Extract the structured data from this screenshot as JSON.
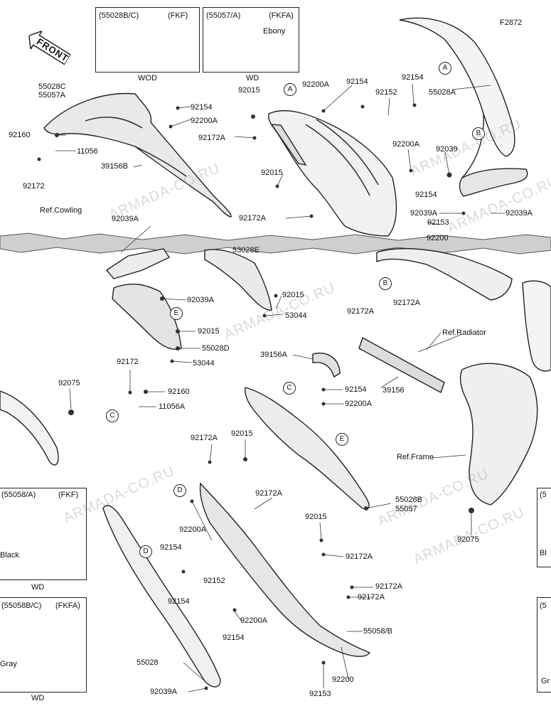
{
  "diagram_id": "F2872",
  "front_label": "FRONT",
  "variant_boxes": [
    {
      "code": "(55028B/C)",
      "model": "(FKF)",
      "caption": "WOD",
      "sub": ""
    },
    {
      "code": "(55057/A)",
      "model": "(FKFA)",
      "caption": "WD",
      "sub": "Ebony"
    },
    {
      "code": "(55058/A)",
      "model": "(FKF)",
      "caption": "WD",
      "sub": "Black"
    },
    {
      "code": "(55058B/C)",
      "model": "(FKFA)",
      "caption": "WD",
      "sub": "Gray"
    },
    {
      "code": "(5",
      "model": "",
      "caption": "",
      "sub": "Bl"
    },
    {
      "code": "(5",
      "model": "",
      "caption": "",
      "sub": "Gr"
    }
  ],
  "callouts": [
    "A",
    "B",
    "C",
    "D",
    "E"
  ],
  "refs": [
    "Ref.Cowling",
    "Ref.Radiator",
    "Ref.Frame"
  ],
  "watermark": "ARMADA-CO.RU",
  "part_labels": [
    "55028C",
    "55057A",
    "92160",
    "11056",
    "39156B",
    "92172",
    "92154",
    "92200A",
    "92172A",
    "92015",
    "92200A",
    "92154",
    "92152",
    "92154",
    "55028A",
    "92039",
    "92200A",
    "92154",
    "92039A",
    "92039A",
    "92153",
    "92015",
    "92172A",
    "92039A",
    "92200",
    "53028E",
    "92015",
    "53044",
    "92039A",
    "92015",
    "55028D",
    "53044",
    "92172A",
    "92172A",
    "39156A",
    "39156",
    "92172",
    "92160",
    "11056A",
    "92075",
    "92154",
    "92200A",
    "92172A",
    "92015",
    "92172A",
    "92200A",
    "92154",
    "92015",
    "55028B",
    "55057",
    "92172A",
    "92152",
    "92154",
    "92172A",
    "92172A",
    "92200A",
    "92154",
    "55058/B",
    "55028",
    "92200",
    "92039A",
    "92153",
    "92075"
  ]
}
